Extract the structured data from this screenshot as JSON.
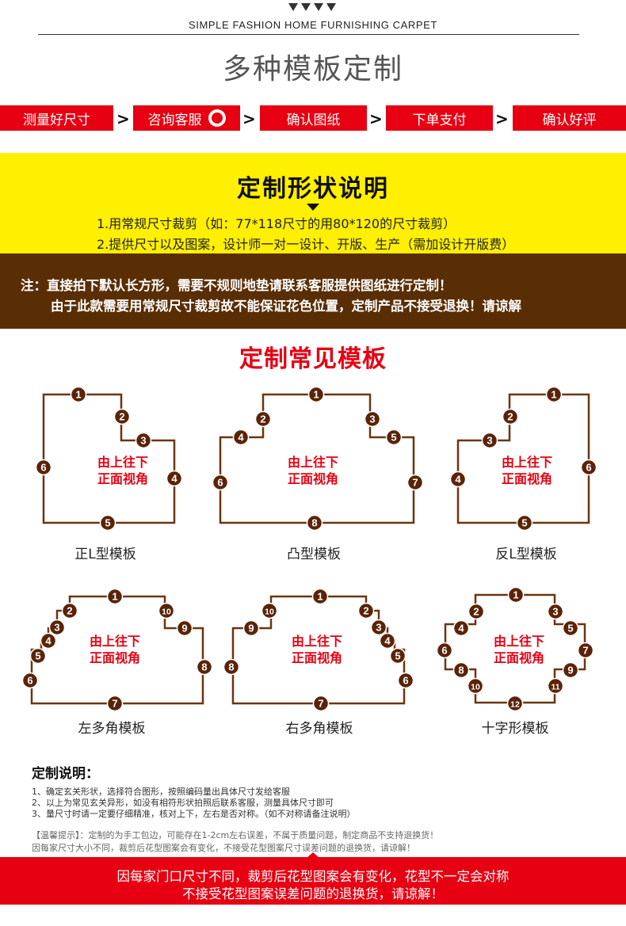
{
  "header": {
    "subtitle_en": "SIMPLE FASHION HOME FURNISHING CARPET",
    "title_cn": "多种模板定制"
  },
  "steps": [
    {
      "label": "测量好尺寸"
    },
    {
      "label": "咨询客服"
    },
    {
      "label": "确认图纸"
    },
    {
      "label": "下单支付"
    },
    {
      "label": "确认好评"
    }
  ],
  "step_arrow": ">",
  "shape_info": {
    "title": "定制形状说明",
    "line1": "1.用常规尺寸裁剪（如：77*118尺寸的用80*120的尺寸裁剪）",
    "line2": "2.提供尺寸以及图案，设计师一对一设计、开版、生产（需加设计开版费）"
  },
  "notice": {
    "line1": "注：直接拍下默认长方形，需要不规则地垫请联系客服提供图纸进行定制！",
    "line2": "由于此款需要用常规尺寸裁剪故不能保证花色位置，定制产品不接受退换！请谅解"
  },
  "templates_section": {
    "title": "定制常见模板",
    "view_text_1": "由上往下",
    "view_text_2": "正面视角",
    "templates": [
      {
        "name": "正L型模板"
      },
      {
        "name": "凸型模板"
      },
      {
        "name": "反L型模板"
      },
      {
        "name": "左多角模板"
      },
      {
        "name": "右多角模板"
      },
      {
        "name": "十字形模板"
      }
    ]
  },
  "custom_notes": {
    "title": "定制说明：",
    "items": [
      "1、确定玄关形状，选择符合图形，按照编码量出具体尺寸发给客服",
      "2、以上为常见玄关异形，如没有相符形状拍照后联系客服，测量具体尺寸即可",
      "3、量尺寸时请一定要仔细精准，核对上下，左右是否对称。（如不对称请备注说明）"
    ],
    "tip1": "【温馨提示】：定制的为手工包边，可能存在1-2cm左右误差，不属于质量问题，制定商品不支持退换货！",
    "tip2": "因每家尺寸大小不同，裁剪后花型图案会有变化，不接受花型图案尺寸误差问题的退换货，请谅解！"
  },
  "footer": {
    "line1": "因每家门口尺寸不同，裁剪后花型图案会有变化，花型不一定会对称",
    "line2": "不接受花型图案误差问题的退换货，请谅解！"
  },
  "colors": {
    "red": "#e60012",
    "yellow": "#ffef00",
    "brown": "#5a2e05",
    "shape_line": "#6b3510",
    "badge": "#5a2308"
  }
}
